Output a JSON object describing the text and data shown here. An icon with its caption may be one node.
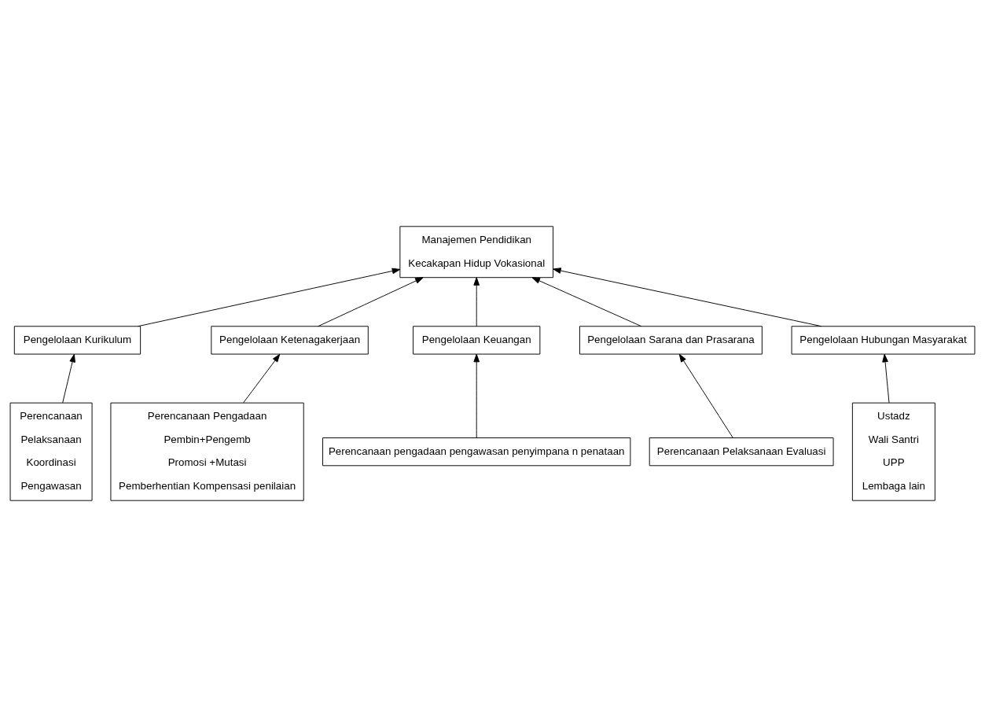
{
  "diagram": {
    "nodes": [
      {
        "text": [
          "Manajemen Pendidikan",
          "Kecakapan Hidup Vokasional"
        ]
      },
      {
        "text": [
          "Pengelolaan Kurikulum"
        ]
      },
      {
        "text": [
          "Pengelolaan Ketenagakerjaan"
        ]
      },
      {
        "text": [
          "Pengelolaan Keuangan"
        ]
      },
      {
        "text": [
          "Pengelolaan Sarana dan Prasarana"
        ]
      },
      {
        "text": [
          "Pengelolaan Hubungan Masyarakat"
        ]
      },
      {
        "text": [
          "Perencanaan",
          "Pelaksanaan",
          "Koordinasi",
          "Pengawasan"
        ]
      },
      {
        "text": [
          "Perencanaan Pengadaan",
          "Pembin+Pengemb",
          "Promosi +Mutasi",
          "Pemberhentian Kompensasi penilaian"
        ]
      },
      {
        "text": [
          "Perencanaan pengadaan pengawasan penyimpana n penataan"
        ]
      },
      {
        "text": [
          "Perencanaan Pelaksanaan Evaluasi"
        ]
      },
      {
        "text": [
          "Ustadz",
          "Wali Santri",
          "UPP",
          "Lembaga lain"
        ]
      }
    ],
    "edges": [
      {
        "from": 1,
        "to": 0,
        "arrow": "to"
      },
      {
        "from": 2,
        "to": 0,
        "arrow": "to"
      },
      {
        "from": 3,
        "to": 0,
        "arrow": "to"
      },
      {
        "from": 4,
        "to": 0,
        "arrow": "to"
      },
      {
        "from": 5,
        "to": 0,
        "arrow": "to"
      },
      {
        "from": 6,
        "to": 1,
        "arrow": "to"
      },
      {
        "from": 7,
        "to": 2,
        "arrow": "to"
      },
      {
        "from": 8,
        "to": 3,
        "arrow": "to"
      },
      {
        "from": 9,
        "to": 4,
        "arrow": "to"
      },
      {
        "from": 10,
        "to": 5,
        "arrow": "to"
      }
    ]
  }
}
